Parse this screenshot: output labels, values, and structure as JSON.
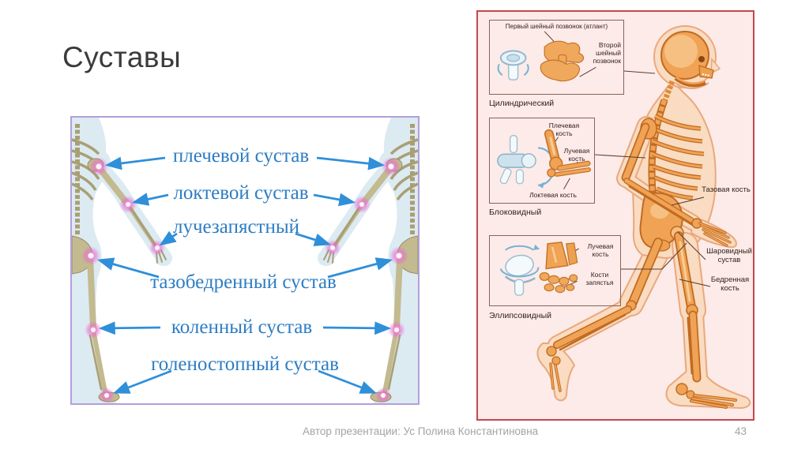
{
  "slide": {
    "title": "Суставы",
    "footer": {
      "author": "Автор презентации: Ус Полина Константиновна",
      "page_number": "43"
    }
  },
  "left_figure": {
    "joint_labels": [
      "плечевой сустав",
      "локтевой сустав",
      "лучезапястный",
      "тазобедренный сустав",
      "коленный сустав",
      "голеностопный сустав"
    ],
    "colors": {
      "label_text": "#2d7dc3",
      "arrow": "#2f8fd9",
      "border": "#b29fd9",
      "joint_glow": "#e966cf"
    }
  },
  "right_figure": {
    "boxes": [
      {
        "caption": "Цилиндрический",
        "labels": {
          "top": "Первый шейный позвонок (атлант)",
          "right": "Второй шейный позвонок"
        }
      },
      {
        "caption": "Блоковидный",
        "labels": {
          "top": "Плечевая кость",
          "right": "Лучевая кость",
          "bottom": "Локтевая кость"
        }
      },
      {
        "caption": "Эллипсовидный",
        "labels": {
          "right_top": "Лучевая кость",
          "right_bottom": "Кости запястья"
        }
      }
    ],
    "figure_labels": [
      "Тазовая кость",
      "Шаровидный сустав",
      "Бедренная кость"
    ],
    "colors": {
      "border": "#c2494c",
      "background": "#fcebe8",
      "bone": "#f0a355",
      "skin": "#f9dcc1",
      "label_text": "#33221c"
    }
  }
}
